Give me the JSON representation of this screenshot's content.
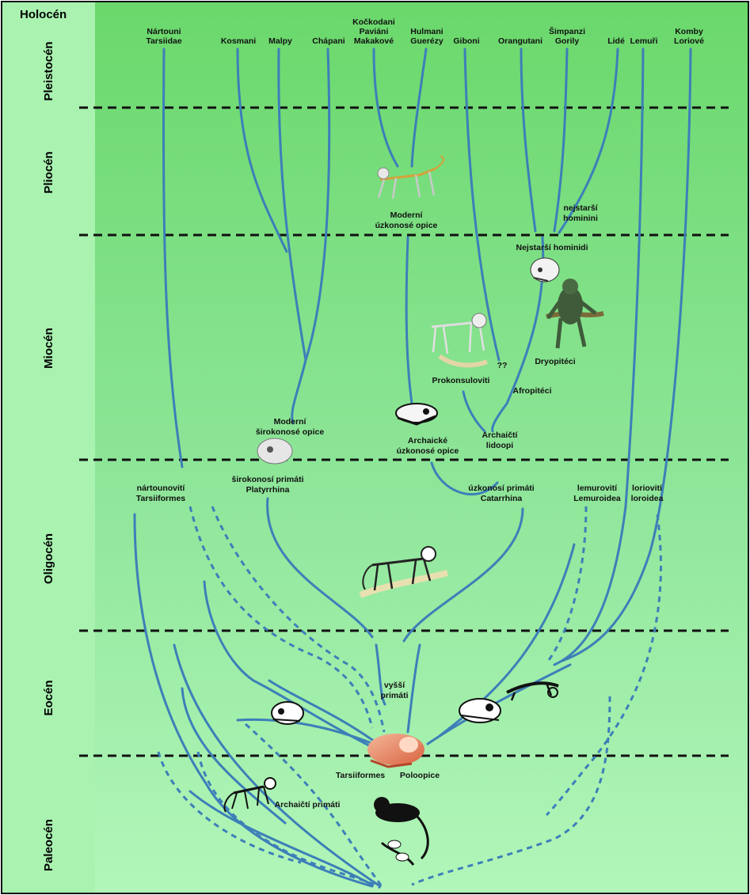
{
  "figure": {
    "eras": [
      "Holocén",
      "Pleistocén",
      "Pliocén",
      "Miocén",
      "Oligocén",
      "Eocén",
      "Paleocén"
    ],
    "top_taxa": {
      "nartouni": [
        "Nártouni",
        "Tarsiidae"
      ],
      "kosmani": "Kosmani",
      "malpy": "Malpy",
      "chapani": "Chápani",
      "kockodani": [
        "Kočkodani",
        "Paviáni",
        "Makakové"
      ],
      "hulmani": [
        "Hulmani",
        "Guerézy"
      ],
      "giboni": "Giboni",
      "orangutani": "Orangutani",
      "simpanzi": [
        "Šimpanzi",
        "Gorily"
      ],
      "lide": "Lidé",
      "lemuri": "Lemuři",
      "komby": [
        "Komby",
        "Loriové"
      ]
    },
    "labels": {
      "moderni_uzkonose": [
        "Moderní",
        "úzkonosé opice"
      ],
      "nejstarsi_hominini": [
        "nejstarší",
        "hominini"
      ],
      "nejstarsi_hominidi": "Nejstarší hominidi",
      "unknown": "??",
      "dryopiteci": "Dryopitéci",
      "prokonsuloviti": "Prokonsuloviti",
      "afropiteci": "Afropitéci",
      "moderni_sirokonose": [
        "Moderní",
        "širokonosé opice"
      ],
      "archaicke_uzkonose": [
        "Archaické",
        "úzkonosé opice"
      ],
      "archaicti_lidoopi": [
        "Archaičtí",
        "lidoopi"
      ],
      "nartounoviti": [
        "nártounovití",
        "Tarsiiformes"
      ],
      "sirokonosi": [
        "širokonosí primáti",
        "Platyrrhina"
      ],
      "uzkonosi": [
        "úzkonosí primáti",
        "Catarrhina"
      ],
      "lemuroviti": [
        "lemurovití",
        "Lemuroidea"
      ],
      "lorioviti": [
        "loriovití",
        "loroidea"
      ],
      "vyssi_primati": [
        "vyšší",
        "primáti"
      ],
      "tarsiiformes": "Tarsiiformes",
      "poloopice": "Poloopice",
      "archaicti_primati": "Archaičtí primáti"
    }
  }
}
